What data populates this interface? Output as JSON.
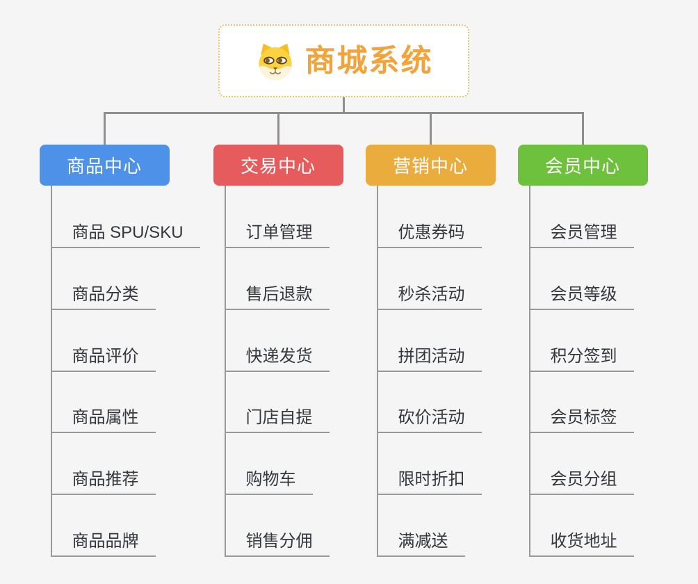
{
  "root": {
    "title": "商城系统",
    "icon": "doge-icon"
  },
  "branches": [
    {
      "label": "商品中心",
      "color": "#4d92e8",
      "items": [
        "商品 SPU/SKU",
        "商品分类",
        "商品评价",
        "商品属性",
        "商品推荐",
        "商品品牌"
      ]
    },
    {
      "label": "交易中心",
      "color": "#e65c5c",
      "items": [
        "订单管理",
        "售后退款",
        "快递发货",
        "门店自提",
        "购物车",
        "销售分佣"
      ]
    },
    {
      "label": "营销中心",
      "color": "#ebac3e",
      "items": [
        "优惠券码",
        "秒杀活动",
        "拼团活动",
        "砍价活动",
        "限时折扣",
        "满减送"
      ]
    },
    {
      "label": "会员中心",
      "color": "#6ec13c",
      "items": [
        "会员管理",
        "会员等级",
        "积分签到",
        "会员标签",
        "会员分组",
        "收货地址"
      ]
    }
  ],
  "colors": {
    "background": "#f5f5f6",
    "root_border": "#f3c06a",
    "root_title": "#f2a43c",
    "connector_main": "#8e8e8e",
    "connector_sub": "#999999",
    "leaf_text": "#34383d"
  }
}
